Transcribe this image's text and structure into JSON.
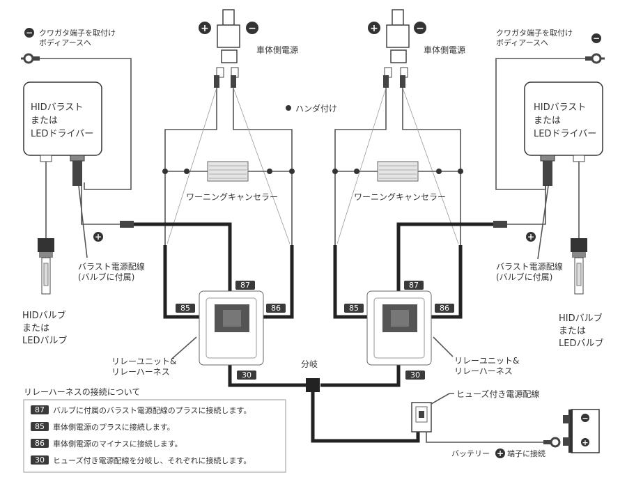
{
  "labels": {
    "left_ground": "クワガタ端子を取付け",
    "left_ground_2": "ボディアースへ",
    "right_ground": "クワガタ端子を取付け",
    "right_ground_2": "ボディアースへ",
    "vehicle_power_left": "車体側電源",
    "vehicle_power_right": "車体側電源",
    "solder": "ハンダ付け",
    "ballast_left_1": "HIDバラスト",
    "ballast_left_2": "または",
    "ballast_left_3": "LEDドライバー",
    "ballast_right_1": "HIDバラスト",
    "ballast_right_2": "または",
    "ballast_right_3": "LEDドライバー",
    "canceller_left": "ワーニングキャンセラー",
    "canceller_right": "ワーニングキャンセラー",
    "ballast_wire_left_1": "バラスト電源配線",
    "ballast_wire_left_2": "(バルブに付属)",
    "ballast_wire_right_1": "バラスト電源配線",
    "ballast_wire_right_2": "(バルブに付属)",
    "bulb_left_1": "HIDバルブ",
    "bulb_left_2": "または",
    "bulb_left_3": "LEDバルブ",
    "bulb_right_1": "HIDバルブ",
    "bulb_right_2": "または",
    "bulb_right_3": "LEDバルブ",
    "relay_left_1": "リレーユニット&",
    "relay_left_2": "リレーハーネス",
    "relay_right_1": "リレーユニット&",
    "relay_right_2": "リレーハーネス",
    "branch": "分岐",
    "fuse_wire": "ヒューズ付き電源配線",
    "battery_1": "バッテリー",
    "battery_2": "端子に接続",
    "plus": "+",
    "minus": "−"
  },
  "pins": {
    "p87": "87",
    "p85": "85",
    "p86": "86",
    "p30": "30"
  },
  "legend": {
    "title": "リレーハーネスの接続について",
    "items": [
      {
        "pin": "87",
        "text": "バルブに付属のバラスト電源配線のプラスに接続します。"
      },
      {
        "pin": "85",
        "text": "車体側電源のプラスに接続します。"
      },
      {
        "pin": "86",
        "text": "車体側電源のマイナスに接続します。"
      },
      {
        "pin": "30",
        "text": "ヒューズ付き電源配線を分岐し、それぞれに接続します。"
      }
    ]
  },
  "colors": {
    "wire": "#222222",
    "thin_wire": "#555555",
    "badge": "#3a3a3a",
    "box_stroke": "#333333"
  }
}
